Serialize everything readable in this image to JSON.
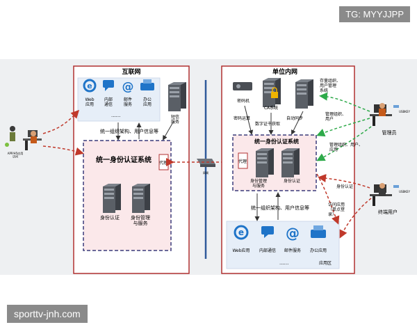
{
  "watermarks": {
    "top": "TG: MYYJJPP",
    "bottom": "sporttv-jnh.com"
  },
  "zones": {
    "internet": "互联网",
    "intranet": "单位内网"
  },
  "internet": {
    "apps": [
      "Web 应用",
      "内部 通信",
      "邮件 服务",
      "办公 应用"
    ],
    "sms": "短信 服务",
    "ellipsis": "......",
    "sync_label": "统一组织架构、用户信息等",
    "auth_system": "统一身份认证系统",
    "proxy": "代理",
    "servers": [
      "身份认证",
      "身份管理 与服务"
    ],
    "mobile_caption": "APP/H5应用 访问"
  },
  "firewall": "网闸",
  "intranet": {
    "top_servers": [
      "密码机",
      "CA系统",
      "存量组织、 用户管理 系统"
    ],
    "labels": [
      "密码运算",
      "数字证书获取",
      "自动同步"
    ],
    "auth_system": "统一身份认证系统",
    "proxy": "代理",
    "servers": [
      "身份管理 与服务",
      "身份认证"
    ],
    "sync_label": "统一组织架构、用户信息等",
    "apps": [
      "Web应用",
      "内部通信",
      "邮件服务",
      "办公应用"
    ],
    "ellipsis": "......",
    "app_zone": "应用区"
  },
  "actors": {
    "admin": "管理员",
    "end_user": "终端用户",
    "usbkey": "USBKEY",
    "admin_flow": "管理组织、 用户",
    "admin_flow2": "管理组织、用户、 应用",
    "user_flow": "身份认证",
    "user_flow2": "访问应用 （单点登 录）"
  },
  "colors": {
    "zone_border": "#b03030",
    "inner_border": "#3a3a7a",
    "inner_fill": "#fbe8ea",
    "red_arrow": "#c0392b",
    "green_arrow": "#2eaa4a",
    "app_icon": "#1f74c8",
    "divider": "#2f5a9a"
  }
}
